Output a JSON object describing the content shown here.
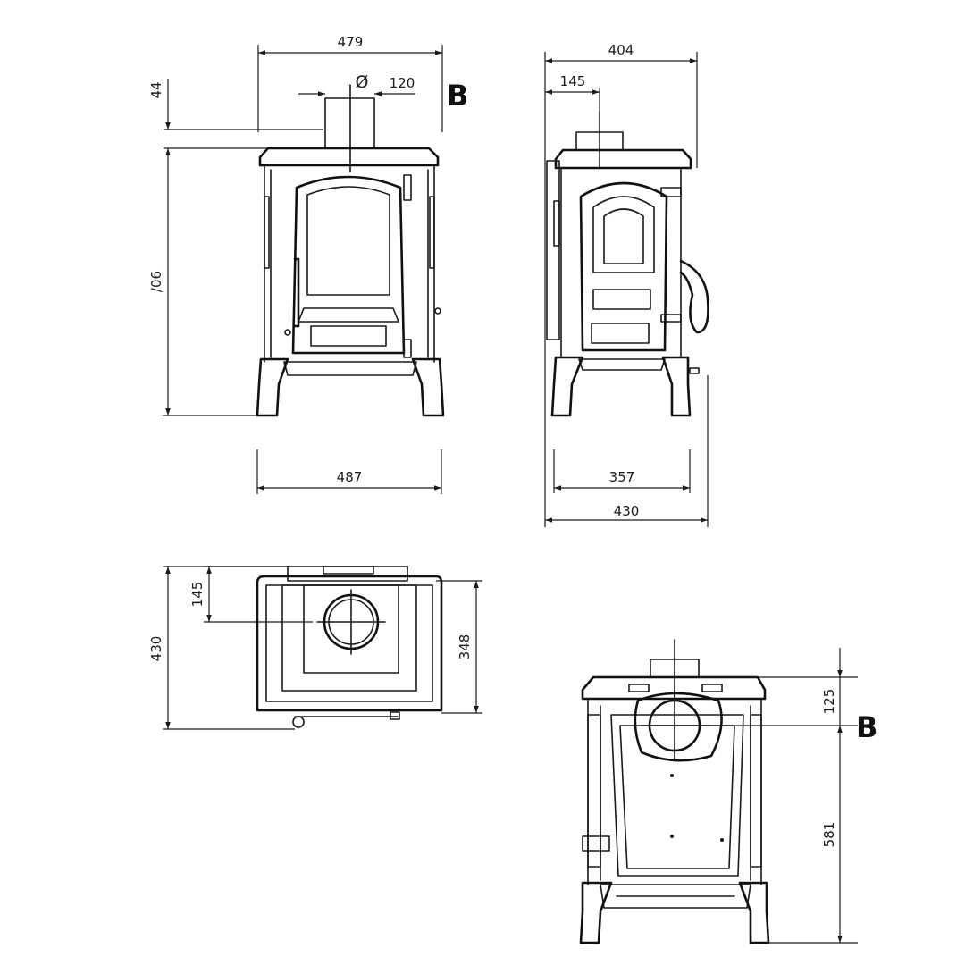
{
  "section_label": "B",
  "front_view": {
    "top_width": "479",
    "diameter_symbol": "Ø",
    "flue_diameter": "120",
    "flue_height": "44",
    "height": "/06",
    "base_width": "487"
  },
  "side_view": {
    "top_width": "404",
    "flue_offset": "145",
    "leg_width": "357",
    "overall_depth": "430"
  },
  "top_view": {
    "flue_offset": "145",
    "depth": "430",
    "body_depth": "348"
  },
  "rear_view": {
    "flue_top": "125",
    "flue_height": "581"
  },
  "colors": {
    "line": "#1a1a1a",
    "background": "#ffffff"
  }
}
